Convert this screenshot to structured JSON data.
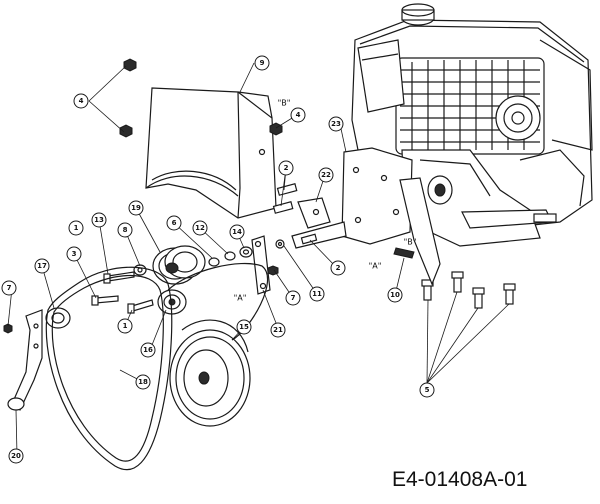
{
  "drawing_number": "E4-01408A-01",
  "reference_marks": [
    "\"A\"",
    "\"B\""
  ],
  "callouts": [
    {
      "id": "c4a",
      "label": "4"
    },
    {
      "id": "c9",
      "label": "9"
    },
    {
      "id": "c4b",
      "label": "4"
    },
    {
      "id": "c23",
      "label": "23"
    },
    {
      "id": "c2a",
      "label": "2"
    },
    {
      "id": "c22",
      "label": "22"
    },
    {
      "id": "c13",
      "label": "13"
    },
    {
      "id": "c19",
      "label": "19"
    },
    {
      "id": "c6",
      "label": "6"
    },
    {
      "id": "c12",
      "label": "12"
    },
    {
      "id": "c14",
      "label": "14"
    },
    {
      "id": "c1a",
      "label": "1"
    },
    {
      "id": "c8",
      "label": "8"
    },
    {
      "id": "c3",
      "label": "3"
    },
    {
      "id": "c17",
      "label": "17"
    },
    {
      "id": "c7a",
      "label": "7"
    },
    {
      "id": "c2b",
      "label": "2"
    },
    {
      "id": "c11",
      "label": "11"
    },
    {
      "id": "c7b",
      "label": "7"
    },
    {
      "id": "c10",
      "label": "10"
    },
    {
      "id": "c1b",
      "label": "1"
    },
    {
      "id": "c16",
      "label": "16"
    },
    {
      "id": "c15",
      "label": "15"
    },
    {
      "id": "c21",
      "label": "21"
    },
    {
      "id": "c18",
      "label": "18"
    },
    {
      "id": "c20",
      "label": "20"
    },
    {
      "id": "c5",
      "label": "5"
    }
  ]
}
